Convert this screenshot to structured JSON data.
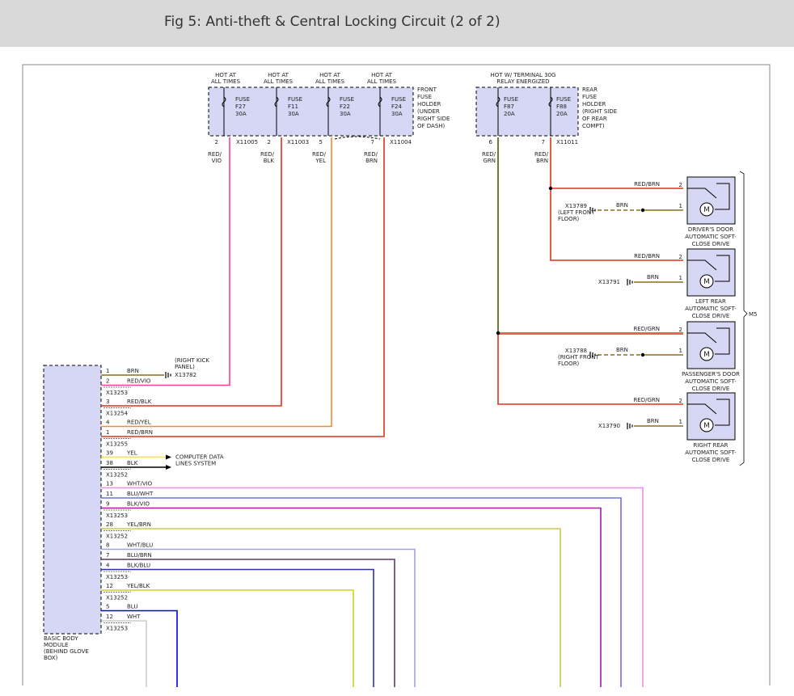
{
  "header": {
    "title": "Fig 5: Anti-theft & Central Locking Circuit (2 of 2)"
  },
  "colors": {
    "header_bg": "#d9d9d9",
    "box_fill": "#d6d6f5",
    "red_vio": "#ff3d9a",
    "red_blk": "#e0321c",
    "red_yel": "#f5892b",
    "red_brn": "#e0321c",
    "red_grn": "#e0321c",
    "brn": "#8c6d1f",
    "yel": "#f0f000",
    "wht_vio": "#f08ce8",
    "blu_wht": "#7070e0",
    "blk_vio": "#a020a0",
    "yel_brn": "#c8c850",
    "wht_blu": "#a0a0e8",
    "blk_brn": "#5a3a6a",
    "blk_blu": "#3030a0",
    "yel_blk": "#d0d020",
    "blu": "#0000e0",
    "wht": "#cccccc"
  },
  "front_fuse": {
    "hot_labels": [
      [
        "HOT AT",
        "ALL TIMES"
      ],
      [
        "HOT AT",
        "ALL TIMES"
      ],
      [
        "HOT AT",
        "ALL TIMES"
      ],
      [
        "HOT AT",
        "ALL TIMES"
      ]
    ],
    "fuses": [
      [
        "FUSE",
        "F27",
        "30A"
      ],
      [
        "FUSE",
        "F11",
        "30A"
      ],
      [
        "FUSE",
        "F22",
        "30A"
      ],
      [
        "FUSE",
        "F24",
        "30A"
      ]
    ],
    "holder_label": [
      "FRONT",
      "FUSE",
      "HOLDER",
      "(UNDER",
      "RIGHT SIDE",
      "OF DASH)"
    ],
    "pins": [
      "2",
      "2",
      "5",
      "7"
    ],
    "connectors": [
      "X11005",
      "X11003",
      "X11004"
    ],
    "wire_labels": [
      [
        "RED/",
        "VIO"
      ],
      [
        "RED/",
        "BLK"
      ],
      [
        "RED/",
        "YEL"
      ],
      [
        "RED/",
        "BRN"
      ]
    ]
  },
  "rear_fuse": {
    "hot_label": [
      "HOT W/ TERMINAL 30G",
      "RELAY ENERGIZED"
    ],
    "fuses": [
      [
        "FUSE",
        "F87",
        "20A"
      ],
      [
        "FUSE",
        "F88",
        "20A"
      ]
    ],
    "holder_label": [
      "REAR",
      "FUSE",
      "HOLDER",
      "(RIGHT SIDE",
      "OF REAR",
      "COMPT)"
    ],
    "pins": [
      "6",
      "7"
    ],
    "connector": "X11011",
    "wire_labels": [
      [
        "RED/",
        "GRN"
      ],
      [
        "RED/",
        "BRN"
      ]
    ]
  },
  "drives": [
    {
      "feed": "RED/BRN",
      "feed_pin": "2",
      "gnd_wire": "BRN",
      "gnd_pin": "1",
      "ground": "X13789",
      "ground_note": [
        "(LEFT FRONT",
        "FLOOR)"
      ],
      "label": [
        "DRIVER'S DOOR",
        "AUTOMATIC SOFT-",
        "CLOSE DRIVE"
      ]
    },
    {
      "feed": "RED/BRN",
      "feed_pin": "2",
      "gnd_wire": "BRN",
      "gnd_pin": "1",
      "ground": "X13791",
      "ground_note": [],
      "label": [
        "LEFT REAR",
        "AUTOMATIC SOFT-",
        "CLOSE DRIVE"
      ]
    },
    {
      "feed": "RED/GRN",
      "feed_pin": "2",
      "gnd_wire": "BRN",
      "gnd_pin": "1",
      "ground": "X13788",
      "ground_note": [
        "(RIGHT FRONT",
        "FLOOR)"
      ],
      "label": [
        "PASSENGER'S DOOR",
        "AUTOMATIC SOFT-",
        "CLOSE DRIVE"
      ]
    },
    {
      "feed": "RED/GRN",
      "feed_pin": "2",
      "gnd_wire": "BRN",
      "gnd_pin": "1",
      "ground": "X13790",
      "ground_note": [],
      "label": [
        "RIGHT REAR",
        "AUTOMATIC SOFT-",
        "CLOSE DRIVE"
      ]
    }
  ],
  "motor_symbol": "M",
  "drive_group_label": "M5",
  "module": {
    "label": [
      "BASIC BODY",
      "MODULE",
      "(BEHIND GLOVE",
      "BOX)"
    ],
    "ground": "X13782",
    "ground_note": [
      "(RIGHT KICK",
      "PANEL)"
    ],
    "data_lines_label": [
      "COMPUTER DATA",
      "LINES SYSTEM"
    ],
    "wires": [
      {
        "pin": "1",
        "color": "BRN"
      },
      {
        "pin": "2",
        "color": "RED/VIO"
      },
      {
        "connector": "X13253"
      },
      {
        "pin": "3",
        "color": "RED/BLK"
      },
      {
        "connector": "X13254"
      },
      {
        "pin": "4",
        "color": "RED/YEL"
      },
      {
        "pin": "1",
        "color": "RED/BRN"
      },
      {
        "connector": "X13255"
      },
      {
        "pin": "39",
        "color": "YEL"
      },
      {
        "pin": "38",
        "color": "BLK"
      },
      {
        "connector": "X13252"
      },
      {
        "pin": "13",
        "color": "WHT/VIO"
      },
      {
        "pin": "11",
        "color": "BLU/WHT"
      },
      {
        "pin": "9",
        "color": "BLK/VIO"
      },
      {
        "connector": "X13253"
      },
      {
        "pin": "28",
        "color": "YEL/BRN"
      },
      {
        "connector": "X13252"
      },
      {
        "pin": "8",
        "color": "WHT/BLU"
      },
      {
        "pin": "7",
        "color": "BLU/BRN"
      },
      {
        "pin": "4",
        "color": "BLK/BLU"
      },
      {
        "connector": "X13253"
      },
      {
        "pin": "12",
        "color": "YEL/BLK"
      },
      {
        "connector": "X13252"
      },
      {
        "pin": "5",
        "color": "BLU"
      },
      {
        "pin": "12",
        "color": "WHT"
      },
      {
        "connector": "X13253"
      }
    ]
  }
}
